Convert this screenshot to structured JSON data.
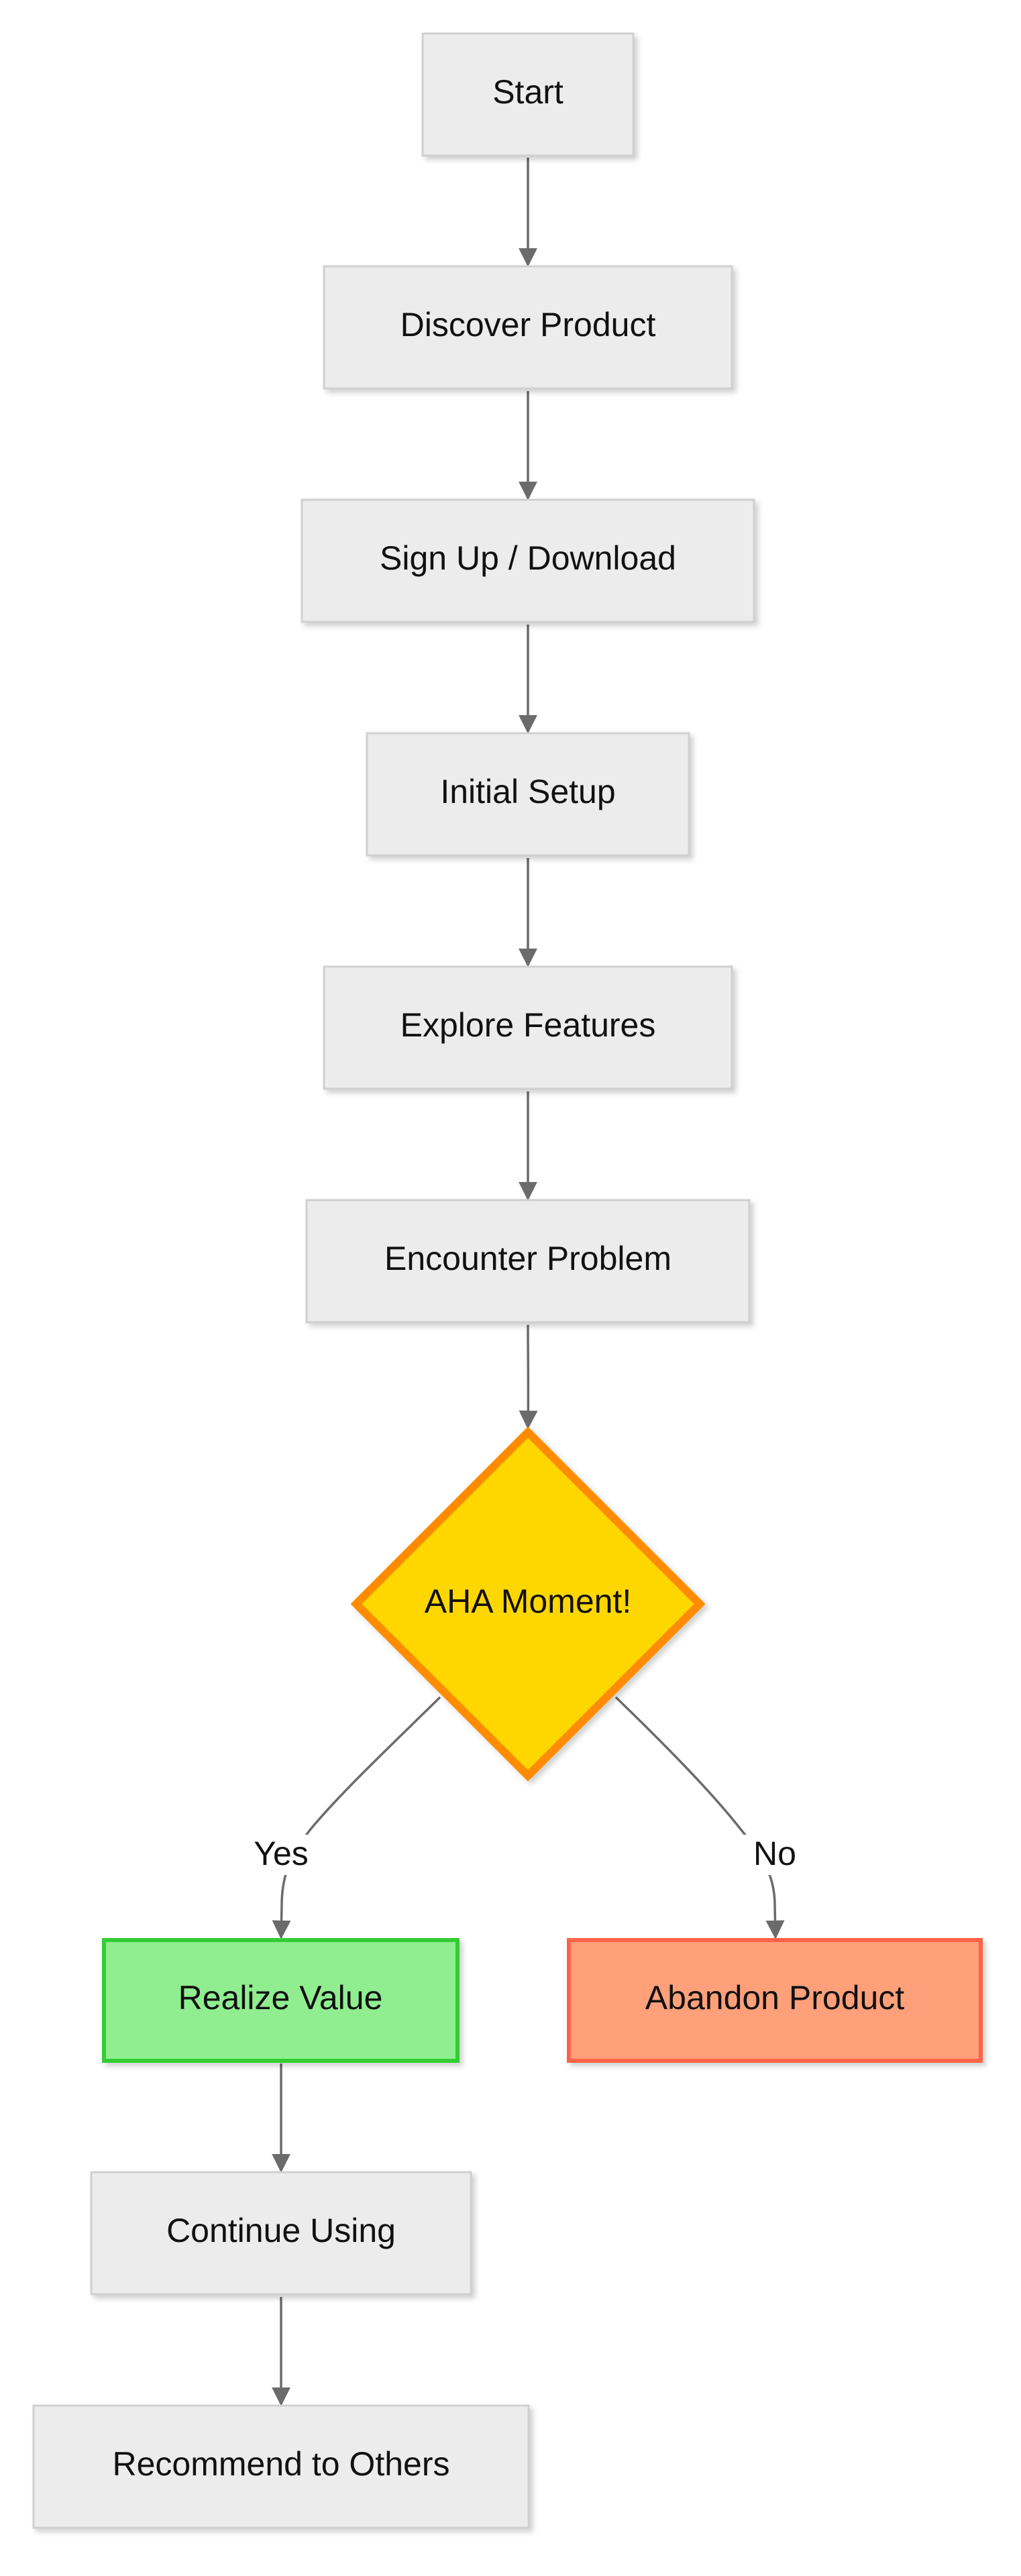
{
  "nodes": {
    "start": "Start",
    "discover": "Discover Product",
    "signup": "Sign Up / Download",
    "setup": "Initial Setup",
    "explore": "Explore Features",
    "problem": "Encounter Problem",
    "aha": "AHA Moment!",
    "realize": "Realize Value",
    "abandon": "Abandon Product",
    "continue": "Continue Using",
    "recommend": "Recommend to Others"
  },
  "edge_labels": {
    "yes": "Yes",
    "no": "No"
  },
  "colors": {
    "process_fill": "#ececec",
    "process_stroke": "#d0d0d0",
    "decision_fill": "#ffd700",
    "decision_stroke": "#ff8c00",
    "success_fill": "#90ee90",
    "success_stroke": "#32cd32",
    "failure_fill": "#ffa07a",
    "failure_stroke": "#ff6347",
    "edge": "#6b6b6b"
  }
}
